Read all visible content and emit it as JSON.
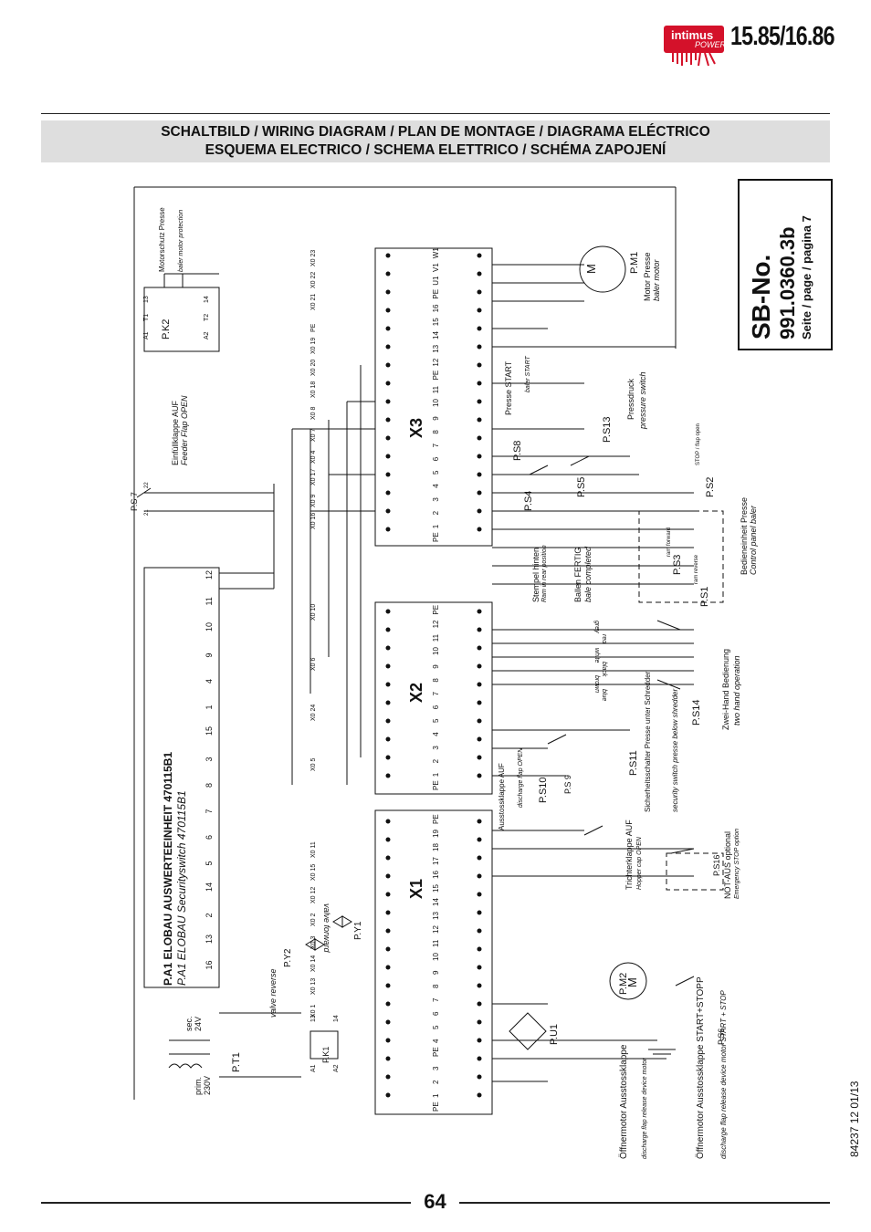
{
  "header": {
    "brand": "intimus",
    "brand_sub": "POWER",
    "model": "15.85/16.86",
    "title_line1": "SCHALTBILD / WIRING DIAGRAM / PLAN DE MONTAGE / DIAGRAMA ELÉCTRICO",
    "title_line2": "ESQUEMA ELECTRICO / SCHEMA ELETTRICO / SCHÉMA ZAPOJENÍ",
    "brand_color": "#d4112a",
    "title_bar_color": "#dedede"
  },
  "sb_box": {
    "label": "SB-No.",
    "number": "991.0360.3b",
    "page": "Seite / page / pagina 7"
  },
  "footer": {
    "page_number": "64",
    "doc_code": "84237 12 01/13"
  },
  "diagram": {
    "unit_a1": {
      "title": "P.A1  ELOBAU AUSWERTEEINHEIT 470115B1",
      "subtitle": "P.A1 ELOBAU Securityswitch 470115B1",
      "pins": [
        "12",
        "11",
        "10",
        "9",
        "4",
        "1",
        "15",
        "3",
        "8",
        "7",
        "6",
        "5",
        "14",
        "2",
        "13",
        "16"
      ]
    },
    "transformer": {
      "ref": "P.T1",
      "prim": "prim.",
      "prim_v": "230V",
      "sec": "sec.",
      "sec_v": "24V"
    },
    "relay_k2": {
      "ref": "P.K2",
      "pins": [
        "A1",
        "A2",
        "T1",
        "T2",
        "13",
        "14"
      ],
      "label": "Motorschutz Presse",
      "label_en": "baler motor protection"
    },
    "relay_k1": {
      "ref": "P.K1",
      "pins": [
        "A1",
        "A2",
        "13",
        "14"
      ]
    },
    "feeder": {
      "ref": "P.S 7",
      "label": "Einfüllklappe AUF",
      "label_en": "Feeder Flap OPEN",
      "pins": [
        "21",
        "22"
      ]
    },
    "valves": {
      "y1": "P.Y1",
      "y2": "P.Y2",
      "forward": "valve forward",
      "reverse": "valve reverse"
    },
    "terminal_x1": {
      "name": "X1",
      "top_row": [
        "PE",
        "1",
        "2",
        "3",
        "PE",
        "4",
        "5",
        "6",
        "7",
        "8",
        "9",
        "10",
        "11",
        "12",
        "13",
        "14",
        "15",
        "16",
        "17",
        "18",
        "19",
        "PE"
      ],
      "ext_labels": [
        "X0 1",
        "X0 13",
        "X0 14",
        "X0 3",
        "X0 2",
        "X0 12",
        "X0 15",
        "X0 11"
      ]
    },
    "terminal_x2": {
      "name": "X2",
      "top_row": [
        "PE",
        "1",
        "2",
        "3",
        "4",
        "5",
        "6",
        "7",
        "8",
        "9",
        "10",
        "11",
        "12",
        "PE"
      ],
      "ext_labels": [
        "X0 5",
        "X0 24",
        "X0 6",
        "X0 10"
      ]
    },
    "terminal_x3": {
      "name": "X3",
      "top_row": [
        "PE",
        "1",
        "2",
        "3",
        "4",
        "5",
        "6",
        "7",
        "8",
        "9",
        "10",
        "11",
        "PE",
        "12",
        "13",
        "14",
        "15",
        "16",
        "PE",
        "U1",
        "V1",
        "W1"
      ],
      "ext_labels": [
        "X0 16",
        "X0 9",
        "X0 17",
        "X0 4",
        "X0 7",
        "X0 8",
        "X0 18",
        "X0 20",
        "X0 19",
        "PE",
        "X0 21",
        "X0 22",
        "X0 23"
      ]
    },
    "motor_m1": {
      "ref": "P.M1",
      "label": "Motor Presse",
      "label_en": "baler motor",
      "symbol": "M"
    },
    "motor_m2": {
      "ref": "P.M2",
      "symbol": "M"
    },
    "rectifier": {
      "ref": "P.U1"
    },
    "switches": {
      "s13": {
        "ref": "P.S13",
        "label": "Pressdruck",
        "label_en": "pressure switch"
      },
      "s8": {
        "ref": "P.S8",
        "label": "Presse START",
        "label_en": "baler START"
      },
      "s5": {
        "ref": "P.S5"
      },
      "s4": {
        "ref": "P.S4",
        "label": "Stempel hinten",
        "label_en": "Ram in rear position"
      },
      "s2": {
        "ref": "P.S2",
        "label": "STOP / flap open"
      },
      "s3": {
        "ref": "P.S3",
        "label": "ram forward"
      },
      "s1": {
        "ref": "P.S1",
        "label": "ram reverse"
      },
      "panel": {
        "label": "Bedieneinheit Presse",
        "label_en": "Control panel baler"
      },
      "fertig": {
        "label": "Ballen FERTIG",
        "label_en": "bale completed"
      },
      "s14": {
        "ref": "P.S14",
        "label": "Zwei-Hand Bedienung",
        "label_en": "two hand operation"
      },
      "s11": {
        "ref": "P.S11",
        "label": "Sicherheitsschalter Presse unter Schredder",
        "label_en": "security switch presse below shredder"
      },
      "s10": {
        "ref": "P.S10",
        "label": "Ausstossklappe AUF",
        "label_en": "discharge flap OPEN"
      },
      "s9": {
        "ref": "P.S 9",
        "label": "Trichterklappe AUF",
        "label_en": "Hopper cap OPEN"
      },
      "s16": {
        "ref": "P.S16",
        "label": "NOT-AUS optional",
        "label_en": "Emergency STOP option"
      },
      "s6": {
        "ref": "P.S6"
      }
    },
    "motor_notes": {
      "m2": {
        "label": "Öffnermotor Ausstossklappe",
        "label_en": "discharge flap release device motor"
      },
      "s6": {
        "label": "Öffnermotor Ausstossklappe START+STOPP",
        "label_en": "discharge flap release device motor START + STOP"
      }
    },
    "wire_colors": [
      "grey",
      "red",
      "white",
      "black",
      "brown",
      "blue"
    ]
  }
}
